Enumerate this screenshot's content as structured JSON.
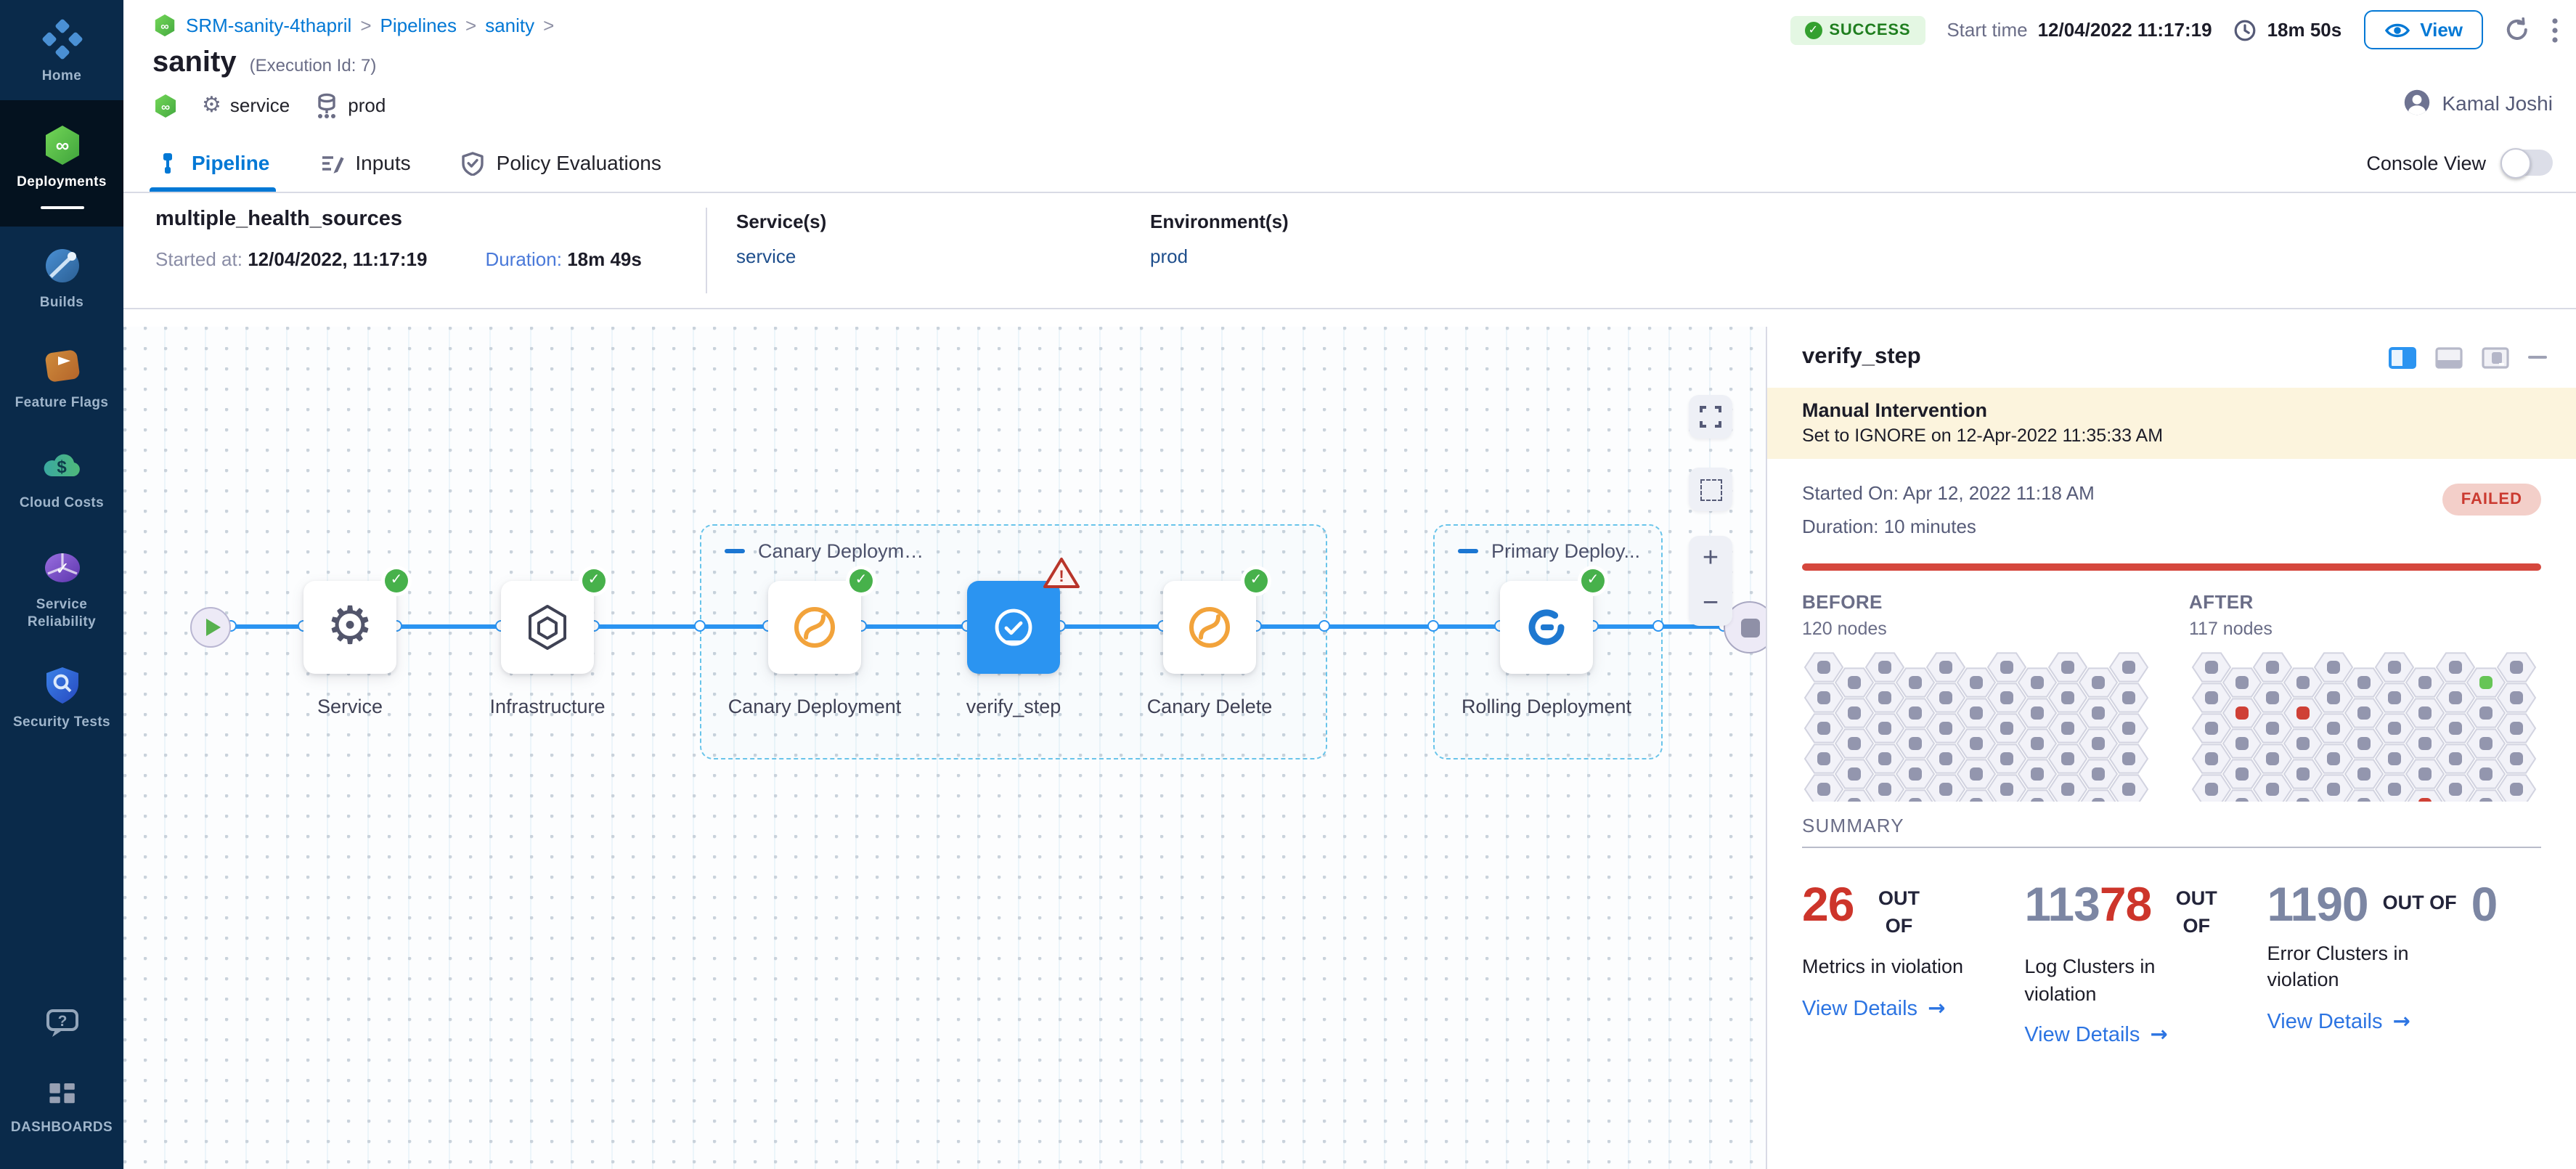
{
  "icons": {
    "check": "✓",
    "plus": "+",
    "minus": "−",
    "gear": "⚙",
    "arrow": "→",
    "infinity": "∞",
    "dollar": "$",
    "question": "?",
    "warning": "!",
    "chevron": ">"
  },
  "sidebar": {
    "items": [
      {
        "label": "Home"
      },
      {
        "label": "Deployments",
        "active": true
      },
      {
        "label": "Builds"
      },
      {
        "label": "Feature Flags"
      },
      {
        "label": "Cloud Costs"
      },
      {
        "label": "Service Reliability"
      },
      {
        "label": "Security Tests"
      }
    ],
    "dashboards": "DASHBOARDS"
  },
  "header": {
    "breadcrumb": {
      "project": "SRM-sanity-4thapril",
      "section": "Pipelines",
      "page": "sanity"
    },
    "title": "sanity",
    "execution_id": "(Execution Id: 7)",
    "status": "SUCCESS",
    "start_time_label": "Start time",
    "start_time": "12/04/2022 11:17:19",
    "elapsed": "18m 50s",
    "view": "View",
    "user": "Kamal Joshi",
    "tags": {
      "service": "service",
      "environment": "prod"
    }
  },
  "tabs": {
    "pipeline": "Pipeline",
    "inputs": "Inputs",
    "policy": "Policy Evaluations",
    "console": "Console View"
  },
  "stage": {
    "name": "multiple_health_sources",
    "started_label": "Started at:",
    "started": "12/04/2022, 11:17:19",
    "duration_label": "Duration:",
    "duration": "18m 49s",
    "services_label": "Service(s)",
    "service": "service",
    "environments_label": "Environment(s)",
    "environment": "prod"
  },
  "pipeline": {
    "groups": [
      {
        "label": "Canary Deployment"
      },
      {
        "label": "Primary Deploy..."
      }
    ],
    "nodes": [
      {
        "name": "Service",
        "status": "success"
      },
      {
        "name": "Infrastructure",
        "status": "success"
      },
      {
        "name": "Canary Deployment",
        "status": "success"
      },
      {
        "name": "verify_step",
        "status": "warning"
      },
      {
        "name": "Canary Delete",
        "status": "success"
      },
      {
        "name": "Rolling Deployment",
        "status": "success"
      }
    ]
  },
  "panel": {
    "title": "verify_step",
    "banner": {
      "title": "Manual Intervention",
      "message": "Set to IGNORE on 12-Apr-2022 11:35:33 AM"
    },
    "started": "Started On: Apr 12, 2022 11:18 AM",
    "duration": "Duration: 10 minutes",
    "status": "FAILED",
    "analysis": {
      "before": {
        "label": "BEFORE",
        "count": "120 nodes",
        "cols": 11,
        "rows": 5,
        "special": []
      },
      "after": {
        "label": "AFTER",
        "count": "117 nodes",
        "cols": 11,
        "rows": 5,
        "special": [
          {
            "c": 1,
            "r": 1,
            "color": "#cf4036"
          },
          {
            "c": 3,
            "r": 1,
            "color": "#cf4036"
          },
          {
            "c": 9,
            "r": 0,
            "color": "#66c556"
          },
          {
            "c": 7,
            "r": 4,
            "color": "#cf4036"
          }
        ]
      }
    },
    "summary": {
      "label": "SUMMARY",
      "items": [
        {
          "red": "26",
          "out_of": "OUT OF",
          "label": "Metrics in violation",
          "link": "View Details"
        },
        {
          "gray": "113",
          "red": "78",
          "out_of": "OUT OF",
          "label": "Log Clusters in violation",
          "link": "View Details"
        },
        {
          "gray": "1190",
          "out_of": "OUT OF",
          "total": "0",
          "label": "Error Clusters in violation",
          "link": "View Details"
        }
      ]
    }
  }
}
